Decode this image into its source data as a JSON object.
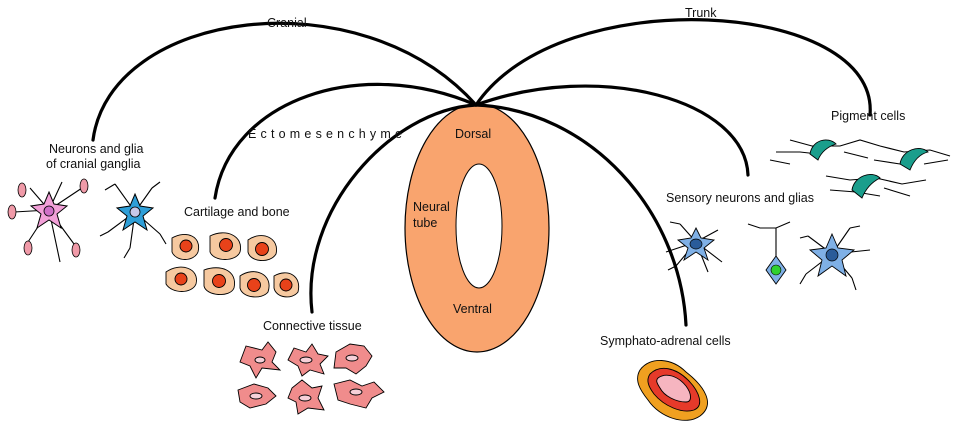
{
  "labels": {
    "cranial": "Cranial",
    "trunk": "Trunk",
    "ectomesenchyme": "Ectomesenchyme",
    "neurons_glia_line1": "Neurons and glia",
    "neurons_glia_line2": "of cranial ganglia",
    "cartilage_bone": "Cartilage and bone",
    "connective_tissue": "Connective tissue",
    "pigment_cells": "Pigment cells",
    "sensory_neurons": "Sensory neurons and glias",
    "symphato_adrenal": "Symphato-adrenal cells",
    "dorsal": "Dorsal",
    "neural": "Neural",
    "tube": "tube",
    "ventral": "Ventral"
  },
  "colors": {
    "neural_tube": "#f9a46e",
    "cartilage_cell": "#f6c9a0",
    "cartilage_nucleus": "#e8421a",
    "connective_cell": "#f08c8c",
    "pigment_cell": "#1a9e8c",
    "cranial_neuron_pink": "#f2a0d8",
    "cranial_neuron_blue": "#2f9fd8",
    "sensory_neuron_dark": "#2a5c9a",
    "sensory_neuron_light": "#7fb0e6",
    "adrenal_outer": "#f0a020",
    "adrenal_inner": "#e63a2a",
    "adrenal_core": "#f6b5c0"
  }
}
